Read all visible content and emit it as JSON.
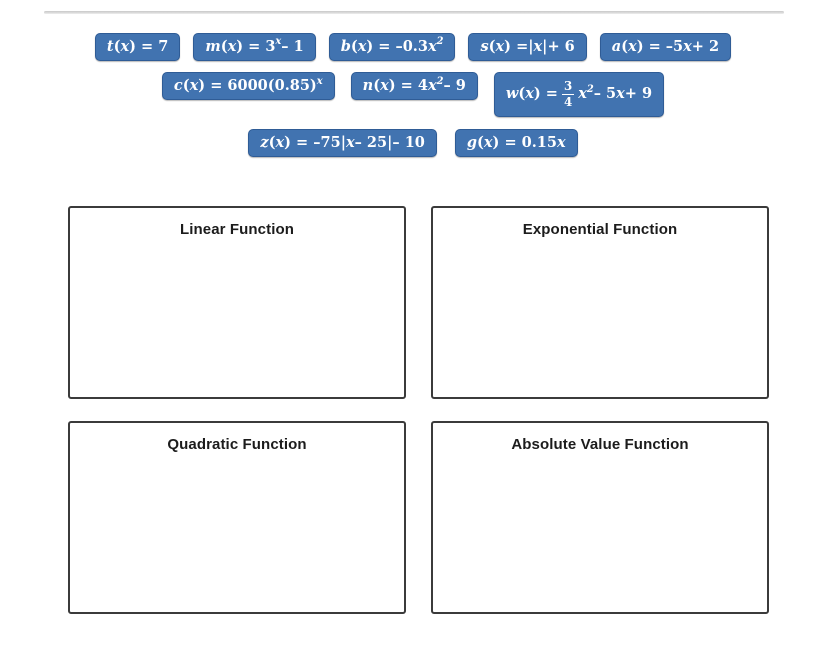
{
  "divider": {
    "name": "top-rule"
  },
  "tile_bank": {
    "rows": [
      [
        {
          "id": "t",
          "label": "t(x) = 7",
          "fn": "t",
          "parts": [
            {
              "t": "t"
            },
            {
              "t": "(",
              "u": true
            },
            {
              "t": "x"
            },
            {
              "t": ") = 7",
              "u": true
            }
          ]
        },
        {
          "id": "m",
          "label": "m(x) = 3^x - 1",
          "fn": "m"
        },
        {
          "id": "b",
          "label": "b(x) = -0.3x^2",
          "fn": "b"
        },
        {
          "id": "s",
          "label": "s(x) = |x| + 6",
          "fn": "s"
        },
        {
          "id": "a",
          "label": "a(x) = -5x + 2",
          "fn": "a"
        }
      ],
      [
        {
          "id": "c",
          "label": "c(x) = 6000(0.85)^x",
          "fn": "c"
        },
        {
          "id": "n",
          "label": "n(x) = 4x^2 - 9",
          "fn": "n"
        },
        {
          "id": "w",
          "label": "w(x) = 3/4 x^2 - 5x + 9",
          "fn": "w"
        }
      ],
      [
        {
          "id": "z",
          "label": "z(x) = -75|x - 25| - 10",
          "fn": "z"
        },
        {
          "id": "g",
          "label": "g(x) = 0.15x",
          "fn": "g"
        }
      ]
    ],
    "text": {
      "t_fn": "t",
      "t_rest": ") = 7",
      "m_fn": "m",
      "m_base": ") = 3",
      "m_exp": "x",
      "m_tail": " – 1",
      "b_fn": "b",
      "b_body": ") = –0.3",
      "b_var": "x",
      "b_exp": "2",
      "s_fn": "s",
      "s_body": ") = ",
      "s_var": "x",
      "s_tail": " + 6",
      "a_fn": "a",
      "a_rest": ") = –5",
      "a_var": "x",
      "a_tail": " + 2",
      "c_fn": "c",
      "c_body": ") = 6000(0.85)",
      "c_exp": "x",
      "n_fn": "n",
      "n_body": ") = 4",
      "n_var": "x",
      "n_exp": "2",
      "n_tail": " – 9",
      "w_fn": "w",
      "w_eq": ") = ",
      "w_num": "3",
      "w_den": "4",
      "w_var": "x",
      "w_exp": "2",
      "w_tail": " – 5",
      "w_var2": "x",
      "w_tail2": " + 9",
      "z_fn": "z",
      "z_body": ") = –75",
      "z_var": "x",
      "z_mid": " – 25",
      "z_tail": " – 10",
      "g_fn": "g",
      "g_body": ") = 0.15",
      "g_var": "x",
      "paren_open": "(",
      "paren_close": ")",
      "bar": "|"
    }
  },
  "drop_boxes": {
    "row1": [
      {
        "title": "Linear Function",
        "items": []
      },
      {
        "title": "Exponential Function",
        "items": []
      }
    ],
    "row2": [
      {
        "title": "Quadratic Function",
        "items": []
      },
      {
        "title": "Absolute Value Function",
        "items": []
      }
    ]
  },
  "colors": {
    "tile_fill": "#4173b0",
    "tile_border": "#2f5c96",
    "tile_text": "#ffffff",
    "box_border": "#3b3b3b",
    "box_fill": "#ffffff",
    "title_text": "#1c1c1c",
    "rule": "#d2d2d2"
  }
}
